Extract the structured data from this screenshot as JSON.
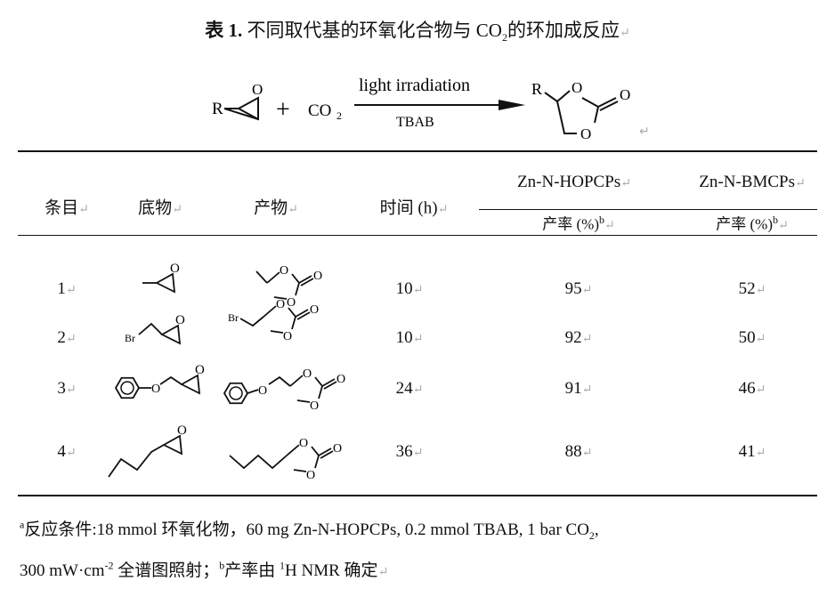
{
  "title": {
    "label": "表 1.",
    "text": "不同取代基的环氧化合物与 CO",
    "sub": "2",
    "tail": "的环加成反应"
  },
  "scheme": {
    "reagent_r": "R",
    "plus": "+",
    "co2": "CO",
    "co2_sub": "2",
    "above_arrow": "light irradiation",
    "below_arrow": "TBAB",
    "product_r": "R",
    "o": "O"
  },
  "table": {
    "headers": {
      "entry": "条目",
      "substrate": "底物",
      "product": "产物",
      "time": "时间 (h)",
      "cat1": "Zn-N-HOPCPs",
      "cat2": "Zn-N-BMCPs",
      "yield": "产率 (%)",
      "yield_sup": "b"
    },
    "rows": [
      {
        "entry": "1",
        "time": "10",
        "y1": "95",
        "y2": "52"
      },
      {
        "entry": "2",
        "time": "10",
        "y1": "92",
        "y2": "50",
        "br": "Br"
      },
      {
        "entry": "3",
        "time": "24",
        "y1": "91",
        "y2": "46"
      },
      {
        "entry": "4",
        "time": "36",
        "y1": "88",
        "y2": "41"
      }
    ]
  },
  "footnote": {
    "a_mark": "a",
    "line1": "反应条件:18 mmol 环氧化物，60 mg Zn-N-HOPCPs, 0.2 mmol TBAB, 1 bar CO",
    "line1_sub": "2",
    "line1_end": ",",
    "line2_a": "300 mW·cm",
    "line2_sup": "-2",
    "line2_b": " 全谱图照射；",
    "b_mark": "b",
    "line2_c": "产率由 ",
    "nmr_sup": "1",
    "line2_d": "H NMR 确定"
  }
}
